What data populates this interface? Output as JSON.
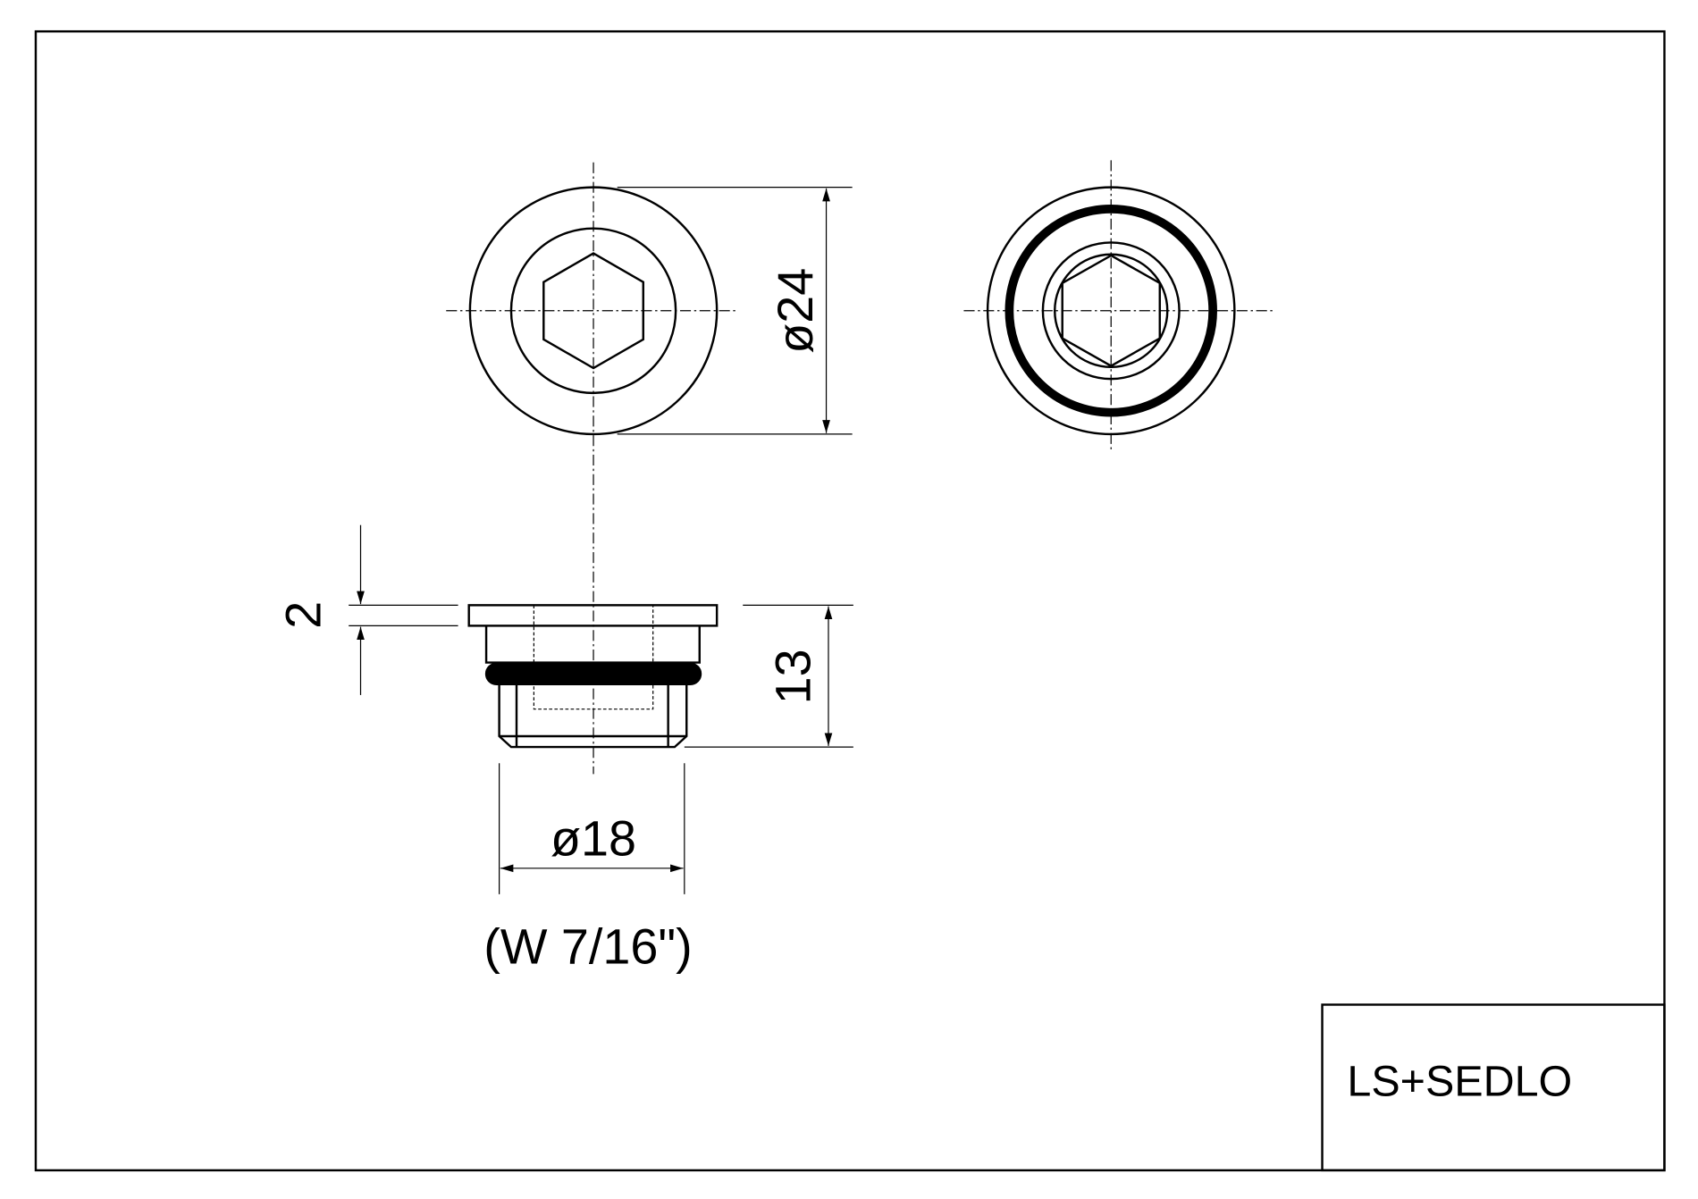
{
  "dimensions": {
    "outer_diameter": "ø24",
    "thread_diameter": "ø18",
    "thread_spec": "(W 7/16\")",
    "flange_thickness": "2",
    "total_height": "13"
  },
  "title_block": {
    "label": "LS+SEDLO"
  },
  "colors": {
    "line": "#000000",
    "background": "#ffffff"
  }
}
